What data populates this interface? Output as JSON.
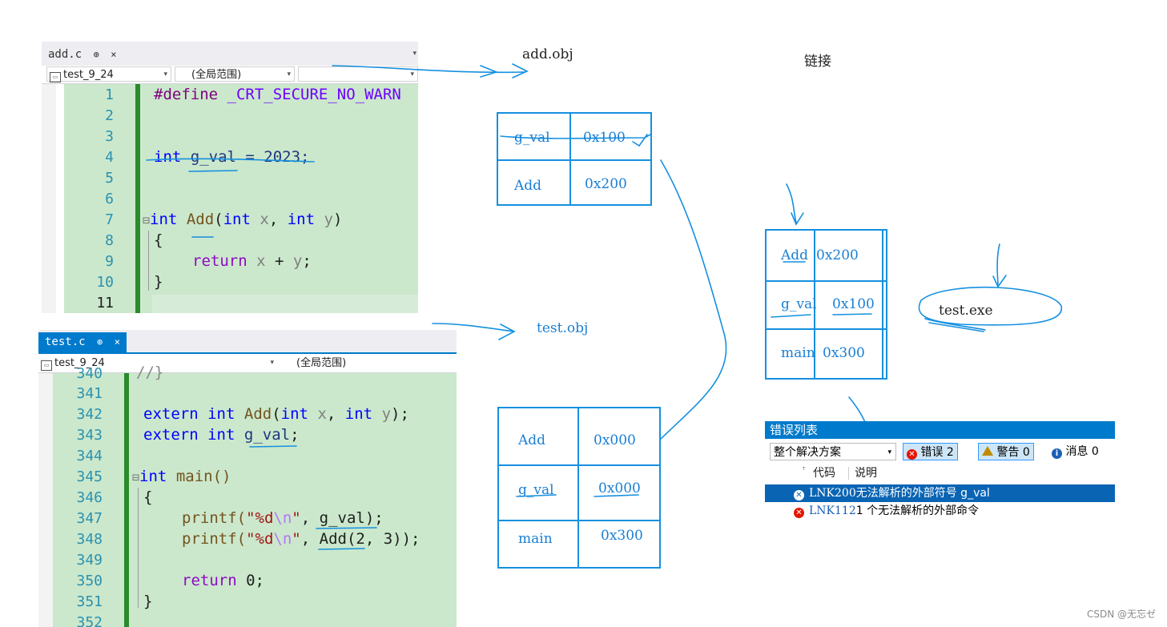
{
  "add_editor": {
    "tab_label": "add.c",
    "tab_pin": "⊕",
    "tab_close": "×",
    "project_combo": "test_9_24",
    "scope_combo": "(全局范围)",
    "lines": [
      {
        "n": "1"
      },
      {
        "n": "2"
      },
      {
        "n": "3"
      },
      {
        "n": "4"
      },
      {
        "n": "5"
      },
      {
        "n": "6"
      },
      {
        "n": "7"
      },
      {
        "n": "8"
      },
      {
        "n": "9"
      },
      {
        "n": "10"
      },
      {
        "n": "11"
      }
    ],
    "code": {
      "l1_pre": "#define",
      "l1_macro": "_CRT_SECURE_NO_WARN",
      "l4_kw": "int",
      "l4_rest": "g_val = 2023;",
      "l7_kw": "int",
      "l7_fn": "Add",
      "l7_open": "(",
      "l7_kw2": "int",
      "l7_p1": "x",
      "l7_comma": ", ",
      "l7_kw3": "int",
      "l7_p2": "y",
      "l7_close": ")",
      "l8": "{",
      "l9_ret": "return",
      "l9_rest_x": "x",
      "l9_rest_plus": " + ",
      "l9_rest_y": "y",
      "l9_semi": ";",
      "l10": "}"
    }
  },
  "test_editor": {
    "tab_label": "test.c",
    "tab_pin": "⊕",
    "tab_close": "×",
    "project_combo": "test_9_24",
    "scope_combo": "(全局范围)",
    "lines": [
      {
        "n": "340"
      },
      {
        "n": "341"
      },
      {
        "n": "342"
      },
      {
        "n": "343"
      },
      {
        "n": "344"
      },
      {
        "n": "345"
      },
      {
        "n": "346"
      },
      {
        "n": "347"
      },
      {
        "n": "348"
      },
      {
        "n": "349"
      },
      {
        "n": "350"
      },
      {
        "n": "351"
      },
      {
        "n": "352"
      }
    ],
    "code": {
      "l340": "//}",
      "l342_kw1": "extern",
      "l342_kw2": "int",
      "l342_fn": "Add",
      "l342_open": "(",
      "l342_kw3": "int",
      "l342_p1": "x",
      "l342_comma": ", ",
      "l342_kw4": "int",
      "l342_p2": "y",
      "l342_close": ");",
      "l343_kw1": "extern",
      "l343_kw2": "int",
      "l343_var": "g_val",
      "l343_semi": ";",
      "l345_kw": "int",
      "l345_fn": "main()",
      "l346": "{",
      "l347_fn": "printf(",
      "l347_str1": "\"%d",
      "l347_esc": "\\n",
      "l347_str2": "\"",
      "l347_rest": ", g_val);",
      "l348_fn": "printf(",
      "l348_str1": "\"%d",
      "l348_esc": "\\n",
      "l348_str2": "\"",
      "l348_rest": ", Add(2, 3));",
      "l350_ret": "return",
      "l350_rest": " 0;",
      "l351": "}"
    }
  },
  "annotations": {
    "add_obj": "add.obj",
    "test_obj": "test.obj",
    "link": "链接",
    "test_exe": "test.exe"
  },
  "add_obj_table": [
    {
      "sym": "g_val",
      "addr": "0x100"
    },
    {
      "sym": "Add",
      "addr": "0x200"
    }
  ],
  "test_obj_table": [
    {
      "sym": "Add",
      "addr": "0x000"
    },
    {
      "sym": "g_val",
      "addr": "0x000"
    },
    {
      "sym": "main",
      "addr": "0x300"
    }
  ],
  "linked_table": [
    {
      "sym": "Add",
      "addr": "0x200"
    },
    {
      "sym": "g_val",
      "addr": "0x100"
    },
    {
      "sym": "main",
      "addr": "0x300"
    }
  ],
  "error_list": {
    "title": "错误列表",
    "scope": "整个解决方案",
    "errors_label": "错误 2",
    "warnings_label": "警告 0",
    "messages_label": "消息 0",
    "col_code": "代码",
    "col_desc": "说明",
    "rows": [
      {
        "code": "LNK200",
        "desc": "无法解析的外部符号 g_val"
      },
      {
        "code": "LNK112",
        "desc": "1 个无法解析的外部命令"
      }
    ]
  },
  "watermark": "CSDN @无忘ゼ",
  "colors": {
    "accent": "#007acc",
    "ink": "#1590e0",
    "code_bg": "#cbe8cc",
    "selected_row": "#0a64b4"
  }
}
